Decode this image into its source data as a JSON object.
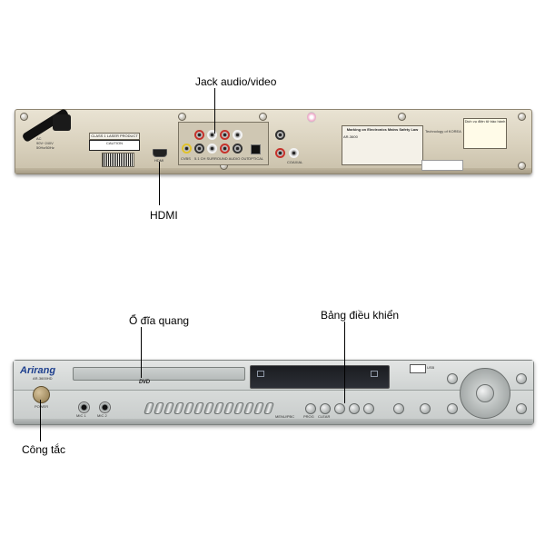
{
  "annotations": {
    "jack": "Jack audio/video",
    "hdmi": "HDMI",
    "disc": "Ổ đĩa quang",
    "panel": "Bảng điều khiển",
    "power": "Công tắc"
  },
  "rear_panel": {
    "ac_label": "AC\n90V~240V\n50Hz/60Hz",
    "class1_label": "CLASS 1 LASER PRODUCT",
    "caution_label": "CAUTION",
    "hdmi_label": "HDMI",
    "cvbs_label": "CVBS",
    "surround_label": "5.1 CH SURROUND AUDIO OUT",
    "optical_label": "OPTICAL",
    "coaxial_label": "COAXIAL",
    "info_title": "Marking on Electronics Mains Safety Law",
    "tech_label": "Technology of KOREA",
    "sticker_note": "Dịch vụ điện tử bảo hành",
    "model_code": "AR-3600"
  },
  "front_panel": {
    "brand": "Arirang",
    "model": "AR-3600HD",
    "disc_logo": "DVD",
    "usb_label": "USB",
    "power_label": "POWER",
    "mic1_label": "MIC 1",
    "mic2_label": "MIC 2",
    "menu_label": "MENU/PBC",
    "prog_label": "PROG",
    "clear_label": "CLEAR"
  },
  "colors": {
    "rear_body": "#d9d1bd",
    "front_body": "#d8dbda",
    "brand_blue": "#1d3f8e",
    "rca_red": "#c5332c",
    "rca_yellow": "#e0c12a"
  }
}
